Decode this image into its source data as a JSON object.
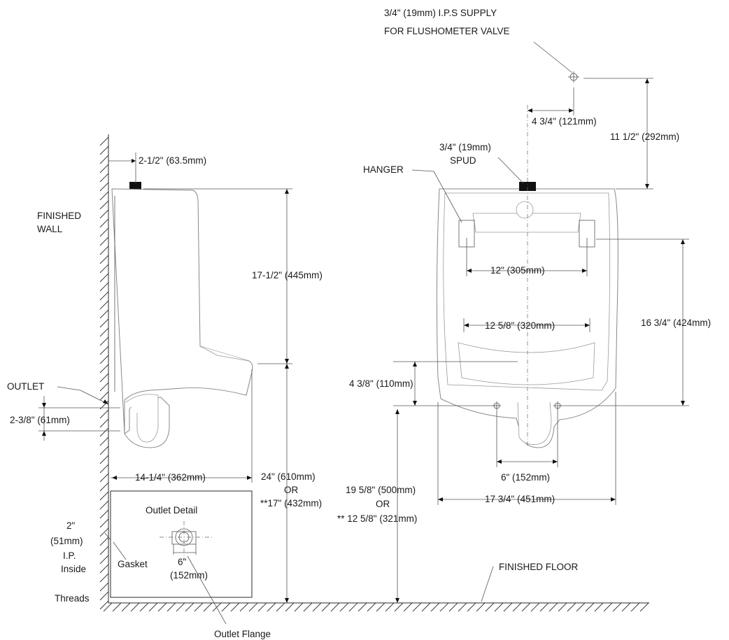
{
  "labels": {
    "supply": "3/4\" (19mm) I.P.S SUPPLY",
    "supply2": "FOR FLUSHOMETER VALVE",
    "dim_4_3_4": "4 3/4\" (121mm)",
    "dim_11_1_2": "11 1/2\" (292mm)",
    "spud1": "3/4\" (19mm)",
    "spud2": "SPUD",
    "hanger": "HANGER",
    "dim_2_1_2": "2-1/2\" (63.5mm)",
    "finished_wall1": "FINISHED",
    "finished_wall2": "WALL",
    "dim_17_1_2": "17-1/2\" (445mm)",
    "dim_12": "12\" (305mm)",
    "dim_12_5_8": "12 5/8\" (320mm)",
    "dim_16_3_4": "16 3/4\" (424mm)",
    "outlet": "OUTLET",
    "dim_4_3_8": "4 3/8\" (110mm)",
    "dim_2_3_8": "2-3/8\" (61mm)",
    "dim_6": "6\" (152mm)",
    "dim_14_1_4": "14-1/4\" (362mm)",
    "dim_24a": "24\" (610mm)",
    "or1": "OR",
    "dim_17": "**17\" (432mm)",
    "dim_19_5_8": "19 5/8\" (500mm)",
    "or2": "OR",
    "dim_12_5_8b": "** 12 5/8\" (321mm)",
    "dim_17_3_4": "17 3/4\" (451mm)",
    "outlet_detail": "Outlet Detail",
    "ip_2": "2\"",
    "ip_51": "(51mm)",
    "ip_ip": "I.P.",
    "ip_inside": "Inside",
    "ip_threads": "Threads",
    "gasket": "Gasket",
    "det_6": "6\"",
    "det_152": "(152mm)",
    "finished_floor": "FINISHED FLOOR",
    "outlet_flange": "Outlet Flange"
  }
}
